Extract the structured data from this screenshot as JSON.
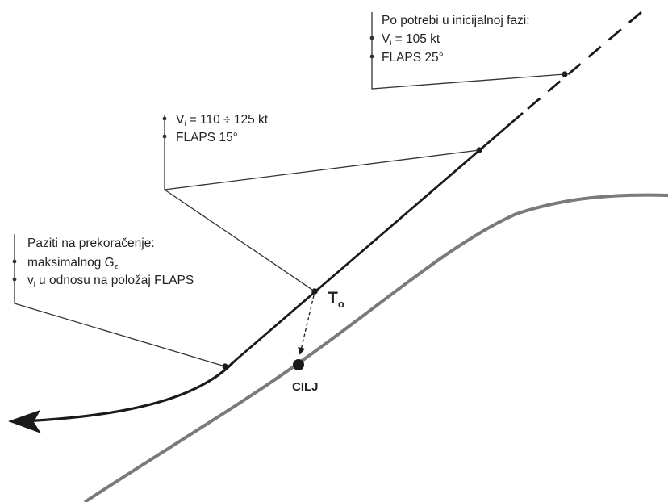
{
  "colors": {
    "trajectory": "#1a1a1a",
    "target_path": "#7a7a7a",
    "leader_lines": "#333333",
    "text": "#222222"
  },
  "notes": {
    "initial_phase": {
      "title": "Po potrebi u inicijalnoj fazi:",
      "speed_symbol": "V",
      "speed_subscript": "i",
      "speed_value": " = 105 kt",
      "flaps": "FLAPS 25°"
    },
    "middle": {
      "speed_symbol": "V",
      "speed_subscript": "i",
      "speed_value": " = 110 ÷ 125 kt",
      "flaps": "FLAPS 15°"
    },
    "caution": {
      "title": "Paziti na prekoračenje:",
      "item1_text": "maksimalnog G",
      "item1_subscript": "z",
      "item2_symbol": "v",
      "item2_subscript": "i",
      "item2_text": " u odnosu na položaj FLAPS"
    }
  },
  "points": {
    "to_main": "T",
    "to_sub": "o",
    "target": "CILJ"
  },
  "icons": {
    "arrowhead": "arrowhead-left-icon",
    "bullet": "bullet-dot-icon"
  }
}
